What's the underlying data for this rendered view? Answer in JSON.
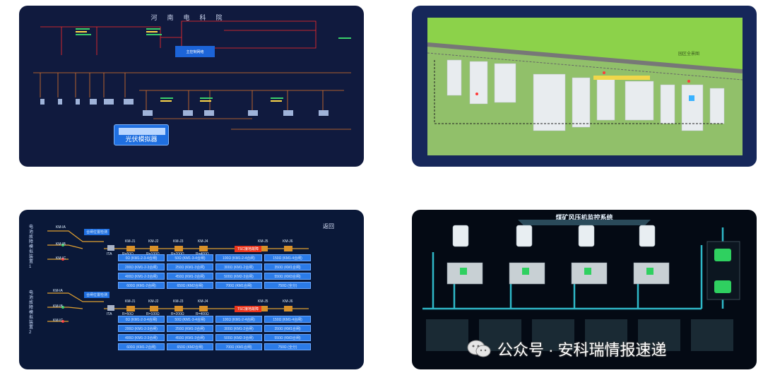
{
  "panel1": {
    "title": "河南电科院",
    "pv_simulator_label": "光伏模拟器",
    "network_box_label": "主控制网络",
    "accent": "#ff2a2a",
    "line_color": "#e0742a"
  },
  "panel2": {
    "map_label": "园区全景图",
    "map_color": "#8cd24a"
  },
  "panel3": {
    "back_label": "返回",
    "group1_side_label": "电池故障模拟装置1",
    "group2_side_label": "电池故障模拟装置2",
    "km_left": [
      "KM-IA",
      "KM-IB",
      "KM-IC"
    ],
    "km_left_2": [
      "KM-IA",
      "KM-IB",
      "KM-IC"
    ],
    "switch_labels": [
      "KM-J1",
      "KM-J2",
      "KM-J3",
      "KM-J4",
      "KM-J5",
      "KM-J6"
    ],
    "resistors": [
      "R=50Ω",
      "R=100Ω",
      "R=200Ω",
      "R=400Ω"
    ],
    "current_label": "ITA",
    "fault_label": "TSC接地故障",
    "status_label": "合闸位置检测",
    "cells": [
      [
        "0Ω (KM1-2-3-4合闸)",
        "50Ω (KM1-3-4合闸)",
        "100Ω (KM1-2-4合闸)",
        "150Ω (KM1-4合闸)"
      ],
      [
        "200Ω (KM1-2-3合闸)",
        "250Ω (KM1-3合闸)",
        "300Ω (KM1-2合闸)",
        "350Ω (KM1合闸)"
      ],
      [
        "400Ω (KM1-2-3合闸)",
        "450Ω (KM1-3合闸)",
        "500Ω (KM2-3合闸)",
        "550Ω (KM3合闸)"
      ],
      [
        "600Ω (KM1-2合闸)",
        "650Ω (KM2合闸)",
        "700Ω (KM1合闸)",
        "750Ω (全分)"
      ]
    ]
  },
  "panel4": {
    "title": "煤矿风压机监控系统",
    "accent": "#2fb8c8"
  },
  "watermark": {
    "text": "公众号 · 安科瑞情报速递",
    "icon": "wechat-icon"
  }
}
